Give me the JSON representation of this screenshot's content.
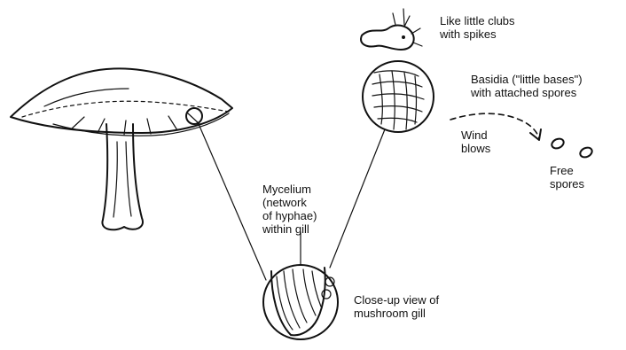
{
  "labels": {
    "clubs": [
      "Like little clubs",
      "with spikes"
    ],
    "basidia": [
      "Basidia (\"little bases\")",
      "with attached spores"
    ],
    "wind": [
      "Wind",
      "blows"
    ],
    "free_spores": [
      "Free",
      "spores"
    ],
    "mycelium": [
      "Mycelium",
      "(network",
      "of hyphae)",
      "within gill"
    ],
    "gill_view": [
      "Close-up view of",
      "mushroom gill"
    ]
  }
}
